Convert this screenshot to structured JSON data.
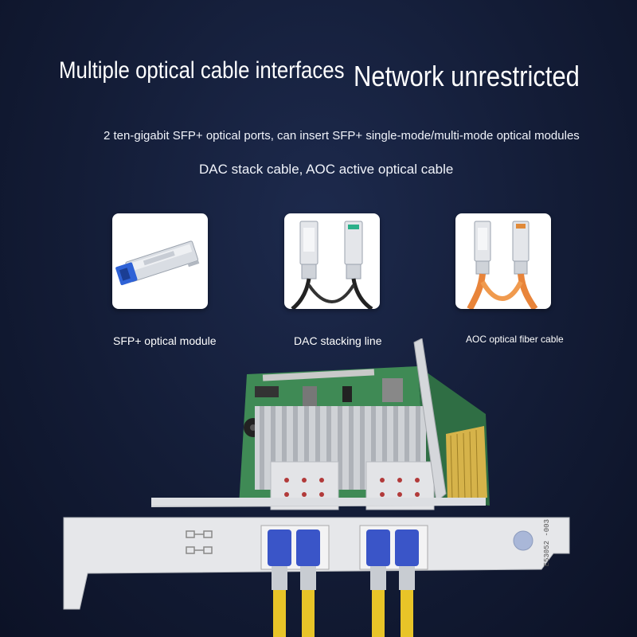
{
  "headline": {
    "left": "Multiple optical cable interfaces",
    "right": "Network unrestricted"
  },
  "description": {
    "line1": "2 ten-gigabit SFP+ optical ports, can insert SFP+ single-mode/multi-mode optical modules",
    "line2": "DAC stack cable, AOC active optical cable"
  },
  "products": [
    {
      "label": "SFP+ optical module",
      "icon": "sfp-module-icon"
    },
    {
      "label": "DAC stacking line",
      "icon": "dac-cable-icon"
    },
    {
      "label": "AOC optical fiber cable",
      "icon": "aoc-cable-icon"
    }
  ],
  "card": {
    "bracket_marking": "E53052 -003"
  },
  "colors": {
    "background": "#131c36",
    "pcb_green": "#3f8a55",
    "fiber_yellow": "#e8c428",
    "connector_blue": "#3a55c8"
  }
}
